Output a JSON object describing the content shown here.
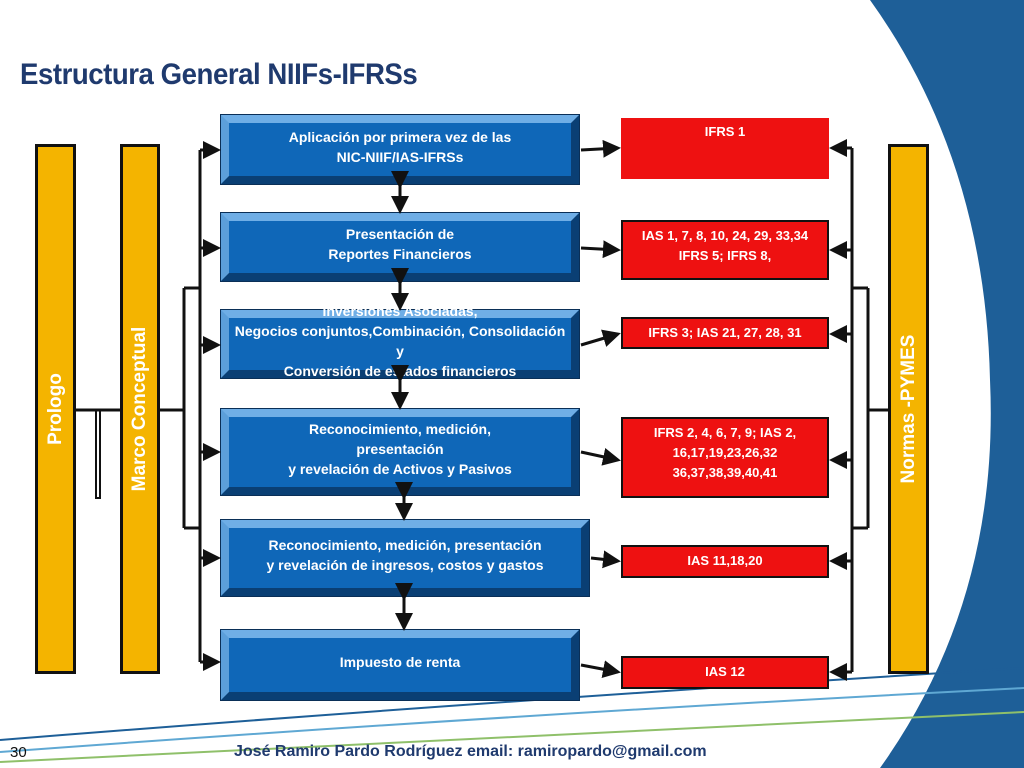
{
  "title": "Estructura General NIIFs-IFRSs",
  "left_bars": [
    {
      "label": "Prologo"
    },
    {
      "label": "Marco Conceptual"
    }
  ],
  "right_bar": {
    "label": "Normas  -PYMES"
  },
  "topics": [
    {
      "label": "Aplicación por primera vez de las\nNIC-NIIF/IAS-IFRSs"
    },
    {
      "label": "Presentación de\nReportes Financieros"
    },
    {
      "label": "Inversiones Asociadas,\nNegocios conjuntos,Combinación,  Consolidación y\nConversión de estados financieros"
    },
    {
      "label": "Reconocimiento, medición,\npresentación\ny revelación de Activos y Pasivos"
    },
    {
      "label": "Reconocimiento, medición, presentación\ny revelación de ingresos, costos y gastos"
    },
    {
      "label": "Impuesto de renta"
    }
  ],
  "standards": [
    {
      "label": "IFRS 1"
    },
    {
      "label": "IAS 1, 7, 8, 10,  24, 29, 33,34\nIFRS 5; IFRS 8,"
    },
    {
      "label": "IFRS 3; IAS 21, 27, 28, 31"
    },
    {
      "label": "IFRS  2, 4,  6, 7, 9; IAS 2,\n16,17,19,23,26,32\n36,37,38,39,40,41"
    },
    {
      "label": "IAS 11,18,20"
    },
    {
      "label": "IAS  12"
    }
  ],
  "colors": {
    "title": "#1f3a6e",
    "bar": "#f4b400",
    "topic": "#0f67b8",
    "standard": "#ee1111"
  },
  "footer": {
    "page_number": "30",
    "author": "José Ramiro Pardo Rodríguez   email: ramiropardo@gmail.com"
  }
}
